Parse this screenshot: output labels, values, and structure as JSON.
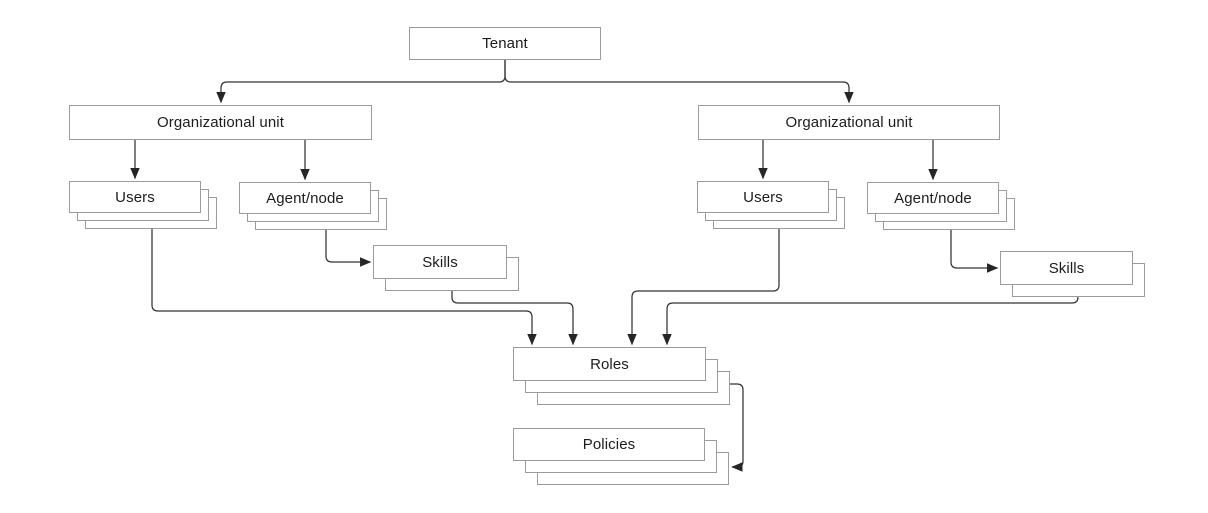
{
  "diagram": {
    "type": "hierarchy",
    "background": "#ffffff",
    "colors": {
      "box_fill": "#ffffff",
      "box_border": "#9b9b9b",
      "connector": "#333333",
      "arrowhead": "#262626",
      "text": "#1c1c1c"
    },
    "nodes": {
      "tenant": {
        "label": "Tenant",
        "stack": 1
      },
      "org_left": {
        "label": "Organizational unit",
        "stack": 1
      },
      "org_right": {
        "label": "Organizational unit",
        "stack": 1
      },
      "users_left": {
        "label": "Users",
        "stack": 3
      },
      "agent_left": {
        "label": "Agent/node",
        "stack": 3
      },
      "skills_left": {
        "label": "Skills",
        "stack": 2
      },
      "users_right": {
        "label": "Users",
        "stack": 3
      },
      "agent_right": {
        "label": "Agent/node",
        "stack": 3
      },
      "skills_right": {
        "label": "Skills",
        "stack": 2
      },
      "roles": {
        "label": "Roles",
        "stack": 3
      },
      "policies": {
        "label": "Policies",
        "stack": 3
      }
    },
    "edges": [
      {
        "from": "Tenant",
        "to": "Organizational unit (left)"
      },
      {
        "from": "Tenant",
        "to": "Organizational unit (right)"
      },
      {
        "from": "Organizational unit (left)",
        "to": "Users (left)"
      },
      {
        "from": "Organizational unit (left)",
        "to": "Agent/node (left)"
      },
      {
        "from": "Agent/node (left)",
        "to": "Skills (left)"
      },
      {
        "from": "Users (left)",
        "to": "Roles"
      },
      {
        "from": "Skills (left)",
        "to": "Roles"
      },
      {
        "from": "Organizational unit (right)",
        "to": "Users (right)"
      },
      {
        "from": "Organizational unit (right)",
        "to": "Agent/node (right)"
      },
      {
        "from": "Agent/node (right)",
        "to": "Skills (right)"
      },
      {
        "from": "Users (right)",
        "to": "Roles"
      },
      {
        "from": "Skills (right)",
        "to": "Roles"
      },
      {
        "from": "Roles",
        "to": "Policies"
      }
    ]
  }
}
